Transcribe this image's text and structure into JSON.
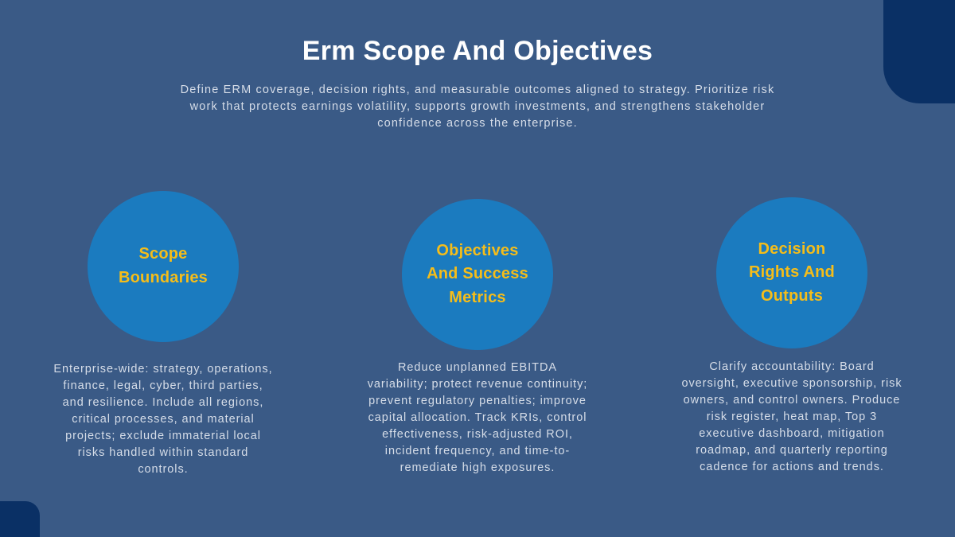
{
  "theme": {
    "background_color": "#3a5a86",
    "accent_color": "#f5bd1a",
    "circle_color": "#1b7bbf",
    "deco_color": "#0a3065",
    "title_color": "#ffffff",
    "body_color": "#d6dde8"
  },
  "header": {
    "title": "Erm Scope And Objectives",
    "subtitle": "Define ERM coverage, decision rights, and measurable outcomes aligned to strategy. Prioritize risk work that protects earnings volatility, supports growth investments, and strengthens stakeholder confidence across the enterprise."
  },
  "columns": [
    {
      "circle_label": "Scope Boundaries",
      "body": "Enterprise-wide: strategy, operations, finance, legal, cyber, third parties, and resilience. Include all regions, critical processes, and material projects; exclude immaterial local risks handled within standard controls."
    },
    {
      "circle_label": "Objectives And Success Metrics",
      "body": "Reduce unplanned EBITDA variability; protect revenue continuity; prevent regulatory penalties; improve capital allocation. Track KRIs, control effectiveness, risk-adjusted ROI, incident frequency, and time-to-remediate high exposures."
    },
    {
      "circle_label": "Decision Rights And Outputs",
      "body": "Clarify accountability: Board oversight, executive sponsorship, risk owners, and control owners. Produce risk register, heat map, Top 3 executive dashboard, mitigation roadmap, and quarterly reporting cadence for actions and trends."
    }
  ]
}
